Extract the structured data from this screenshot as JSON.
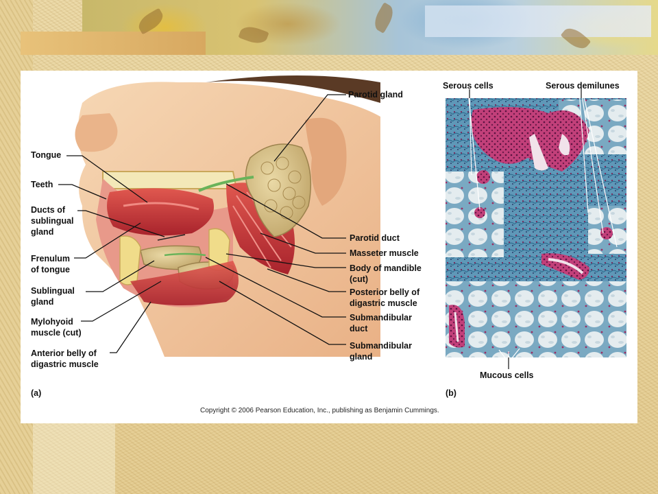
{
  "figure": {
    "panel_a_label": "(a)",
    "panel_b_label": "(b)",
    "copyright": "Copyright © 2006 Pearson Education, Inc., publishing as Benjamin Cummings."
  },
  "panel_a_labels": {
    "tongue": "Tongue",
    "teeth": "Teeth",
    "ducts_sublingual_1": "Ducts of",
    "ducts_sublingual_2": "sublingual",
    "ducts_sublingual_3": "gland",
    "frenulum_1": "Frenulum",
    "frenulum_2": "of tongue",
    "sublingual_gland_1": "Sublingual",
    "sublingual_gland_2": "gland",
    "mylohyoid_1": "Mylohyoid",
    "mylohyoid_2": "muscle (cut)",
    "anterior_belly_1": "Anterior belly of",
    "anterior_belly_2": "digastric muscle",
    "parotid_gland": "Parotid gland",
    "parotid_duct": "Parotid duct",
    "masseter": "Masseter muscle",
    "body_mandible_1": "Body of mandible",
    "body_mandible_2": "(cut)",
    "posterior_belly_1": "Posterior belly of",
    "posterior_belly_2": "digastric muscle",
    "submandibular_duct_1": "Submandibular",
    "submandibular_duct_2": "duct",
    "submandibular_gland_1": "Submandibular",
    "submandibular_gland_2": "gland"
  },
  "panel_b_labels": {
    "serous_cells": "Serous cells",
    "serous_demilunes": "Serous demilunes",
    "mucous_cells": "Mucous cells"
  },
  "colors": {
    "muscle": "#c8323a",
    "gland": "#d9c58e",
    "skin": "#f2c9a0",
    "stain_blue": "#4f8fb0",
    "stain_magenta": "#b0306a",
    "slide_bg": "#ffffff"
  }
}
